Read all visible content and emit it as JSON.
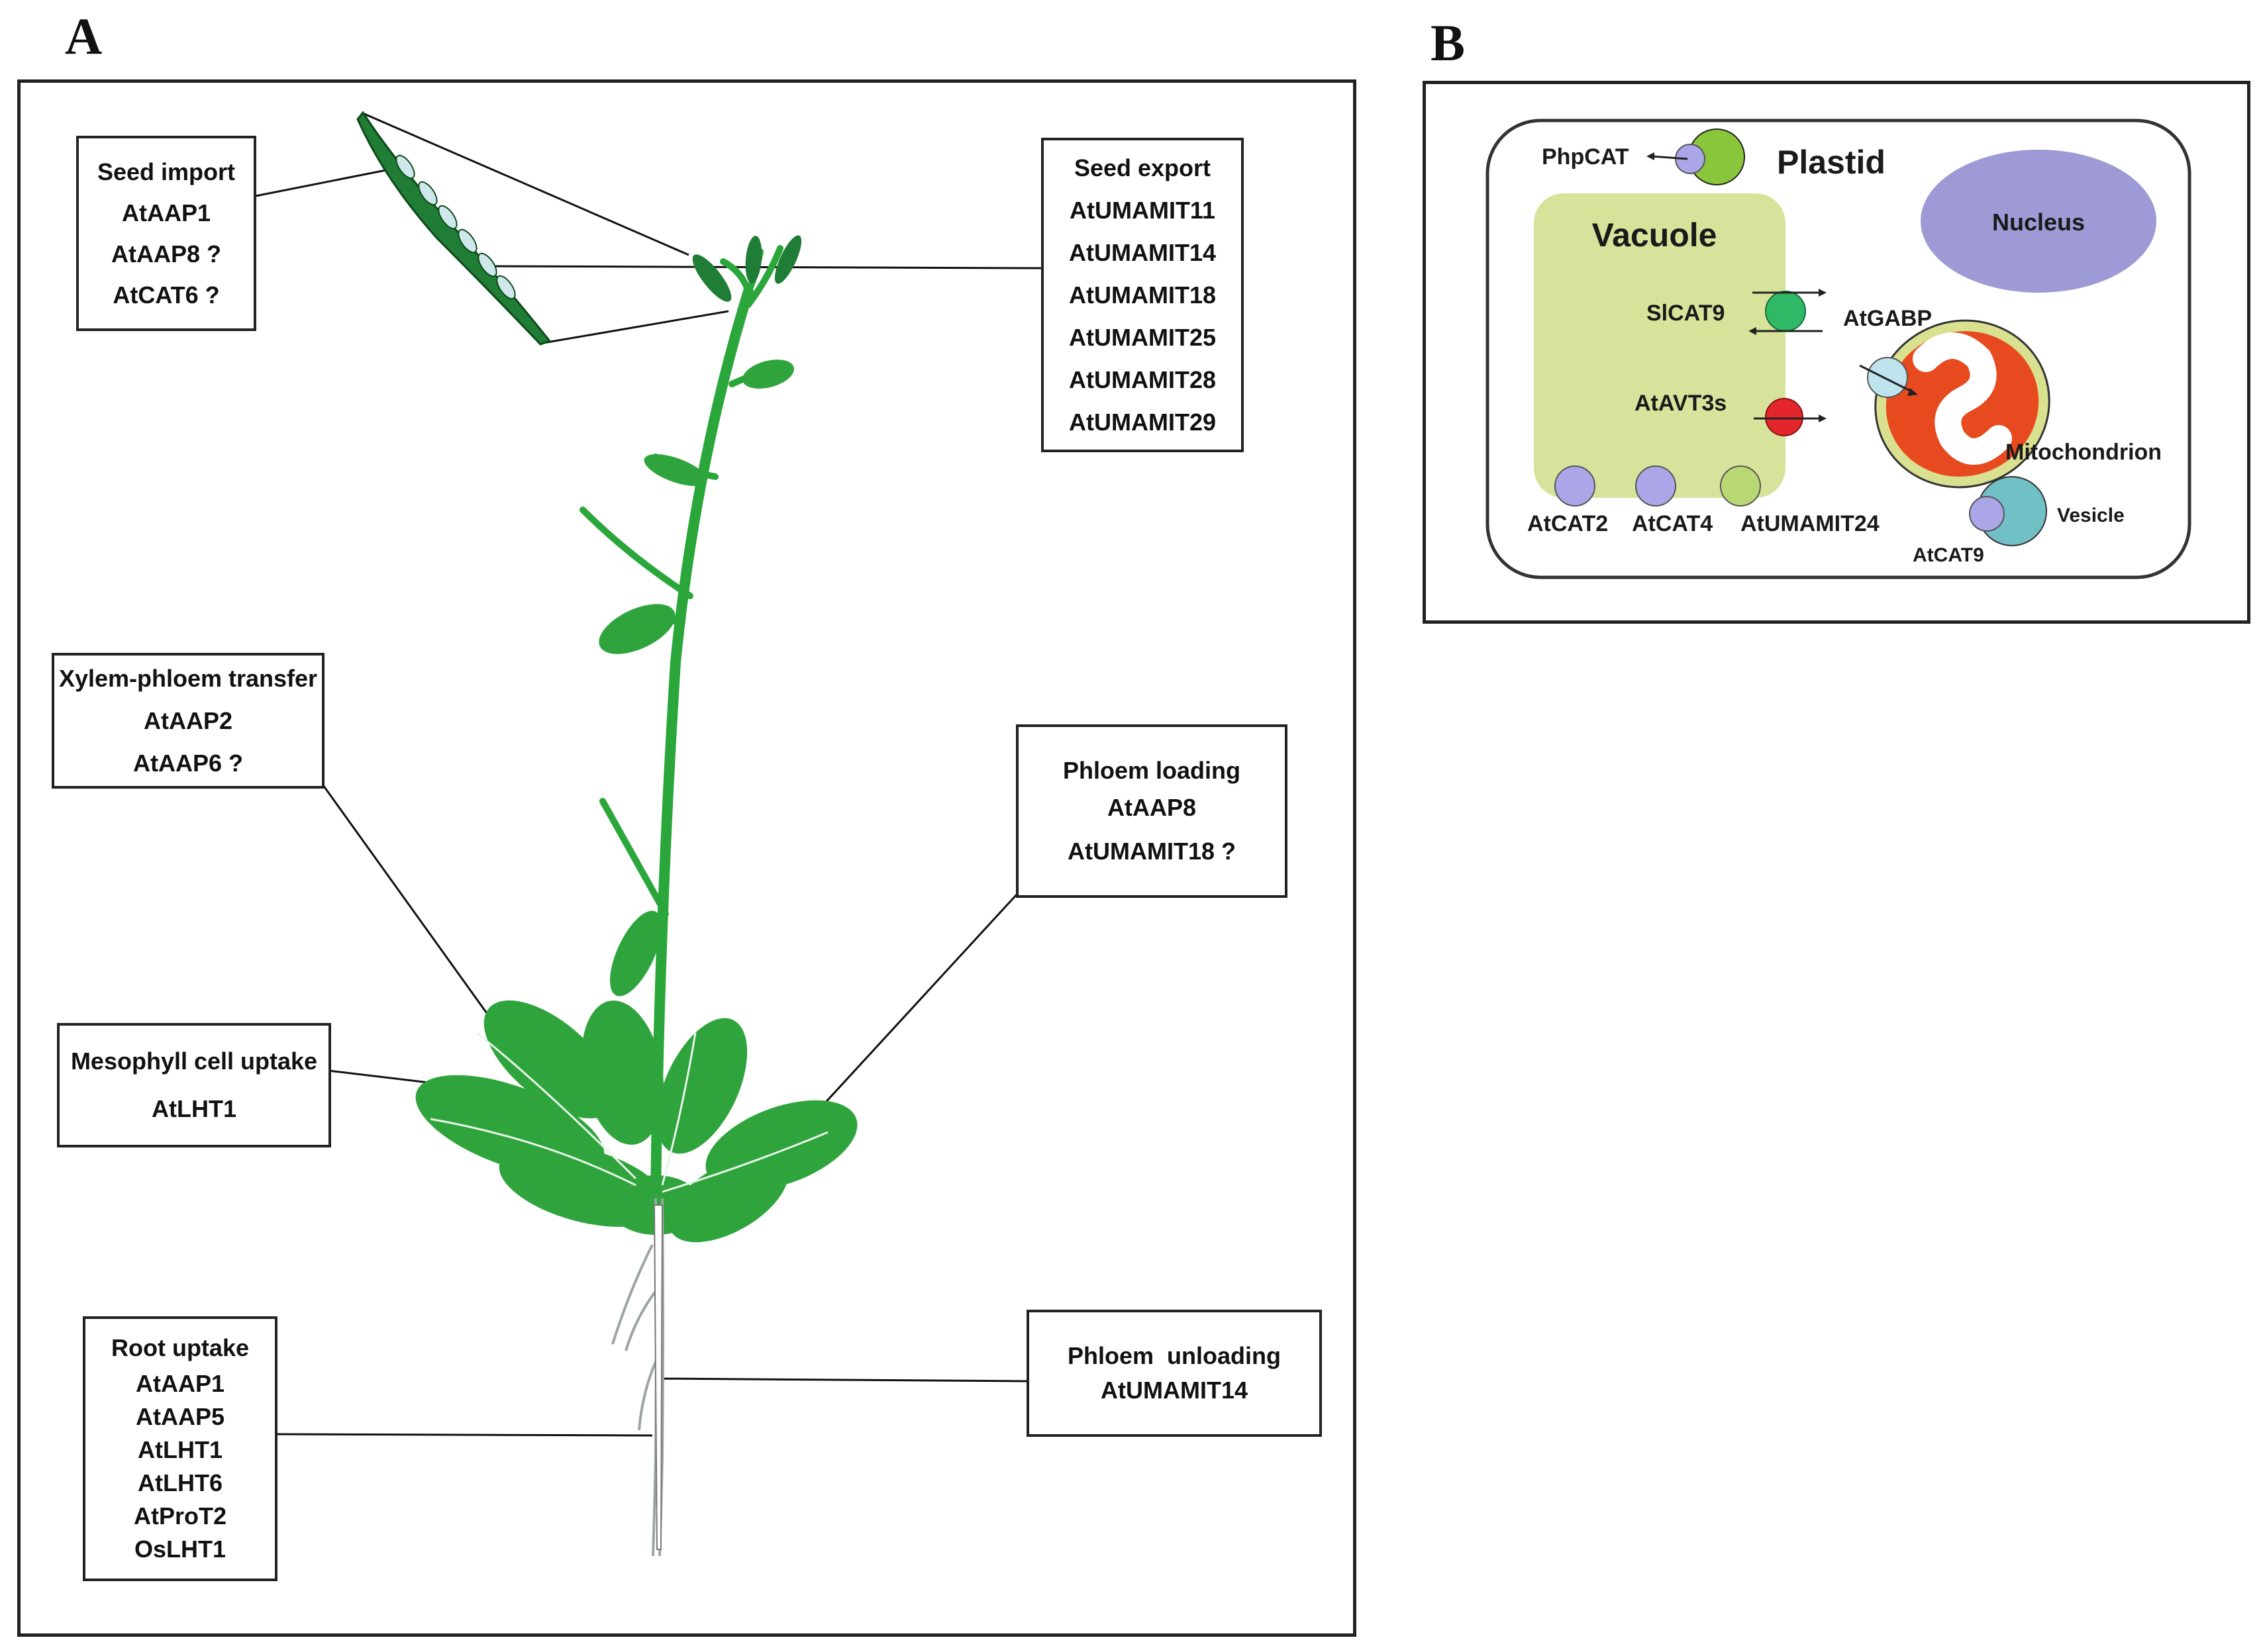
{
  "panels": {
    "a_letter": "A",
    "b_letter": "B"
  },
  "boxes": {
    "seed_import": {
      "title": "Seed import",
      "items": [
        "AtAAP1",
        "AtAAP8 ?",
        "AtCAT6 ?"
      ]
    },
    "seed_export": {
      "title": "Seed export",
      "items": [
        "AtUMAMIT11",
        "AtUMAMIT14",
        "AtUMAMIT18",
        "AtUMAMIT25",
        "AtUMAMIT28",
        "AtUMAMIT29"
      ]
    },
    "xylem_phloem": {
      "title": "Xylem-phloem transfer",
      "items": [
        "AtAAP2",
        "AtAAP6 ?"
      ]
    },
    "phloem_loading": {
      "title": "Phloem loading",
      "items": [
        "AtAAP8",
        "AtUMAMIT18 ?"
      ]
    },
    "mesophyll": {
      "title": "Mesophyll cell uptake",
      "items": [
        "AtLHT1"
      ]
    },
    "root_uptake": {
      "title": "Root uptake",
      "items": [
        "AtAAP1",
        "AtAAP5",
        "AtLHT1",
        "AtLHT6",
        "AtProT2",
        "OsLHT1"
      ]
    },
    "phloem_unloading": {
      "title": "Phloem  unloading",
      "items": [
        "AtUMAMIT14"
      ]
    }
  },
  "cell": {
    "plastid": "Plastid",
    "phpcat": "PhpCAT",
    "vacuole": "Vacuole",
    "nucleus": "Nucleus",
    "slcat9": "SlCAT9",
    "atgabp": "AtGABP",
    "atavt3s": "AtAVT3s",
    "mitochondrion": "Mitochondrion",
    "atcat2": "AtCAT2",
    "atcat4": "AtCAT4",
    "atumamit24": "AtUMAMIT24",
    "vesicle": "Vesicle",
    "atcat9": "AtCAT9"
  },
  "colors": {
    "plant_green": "#2aa63a",
    "leaf_green": "#2fa43c",
    "pod_green": "#1f7d35",
    "vacuole": "#d7e39a",
    "nucleus": "#9e9ad6",
    "mito_outer": "#e84a1f",
    "mito_ring": "#d9e08f",
    "transporter_purple": "#aaa6e8",
    "slcat9": "#2fb865",
    "avt3": "#e2262b",
    "vesicle": "#71c0c6",
    "plastid": "#8ac63c"
  }
}
